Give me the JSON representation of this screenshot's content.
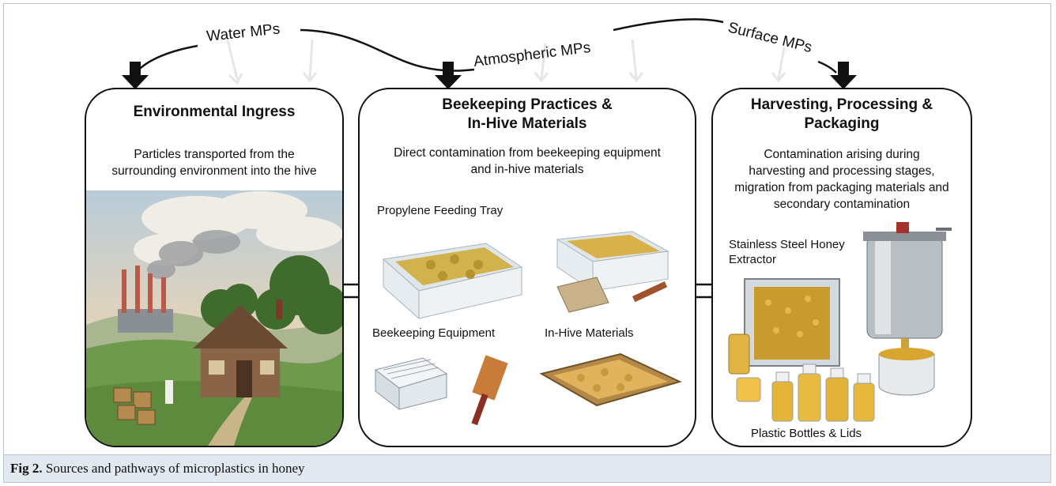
{
  "top_labels": {
    "water": "Water MPs",
    "atmospheric": "Atmospheric MPs",
    "surface": "Surface MPs"
  },
  "panels": {
    "environmental": {
      "title": "Environmental Ingress",
      "description_lines": [
        "Particles transported from the",
        "surrounding environment into the hive"
      ]
    },
    "beekeeping": {
      "title_lines": [
        "Beekeeping Practices &",
        "In-Hive Materials"
      ],
      "description_lines": [
        "Direct contamination from beekeeping equipment",
        "and in-hive materials"
      ],
      "items": {
        "feeding_tray": "Propylene Feeding Tray",
        "equipment": "Beekeeping Equipment",
        "in_hive": "In-Hive Materials"
      }
    },
    "harvesting": {
      "title_lines": [
        "Harvesting, Processing &",
        "Packaging"
      ],
      "description_lines": [
        "Contamination arising during",
        "harvesting and processing stages,",
        "migration from packaging materials and",
        "secondary contamination"
      ],
      "items": {
        "extractor_lines": [
          "Stainless Steel Honey",
          "Extractor"
        ],
        "bottles": "Plastic Bottles & Lids"
      }
    }
  },
  "caption": {
    "label": "Fig 2.",
    "text": " Sources and pathways of microplastics in honey"
  }
}
